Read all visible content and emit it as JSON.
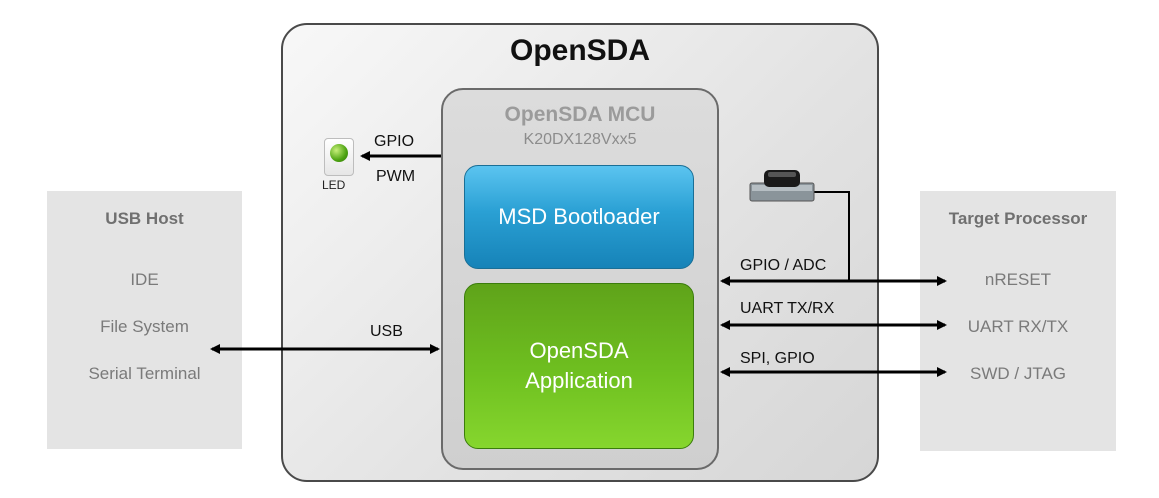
{
  "title": "OpenSDA",
  "mcu": {
    "title": "OpenSDA MCU",
    "part": "K20DX128Vxx5",
    "bootloader": "MSD Bootloader",
    "application": [
      "OpenSDA",
      "Application"
    ]
  },
  "usb_host": {
    "title": "USB Host",
    "items": [
      "IDE",
      "File System",
      "Serial Terminal"
    ]
  },
  "target": {
    "title": "Target Processor",
    "items": [
      "nRESET",
      "UART RX/TX",
      "SWD / JTAG"
    ]
  },
  "led": {
    "label": "LED",
    "gpio": "GPIO",
    "pwm": "PWM"
  },
  "links": {
    "usb": "USB",
    "gpio_adc": "GPIO / ADC",
    "uart": "UART TX/RX",
    "spi": "SPI, GPIO"
  },
  "colors": {
    "bootloader": "#2aa0d4",
    "application": "#6fc020",
    "side_panel": "#e4e4e4"
  }
}
